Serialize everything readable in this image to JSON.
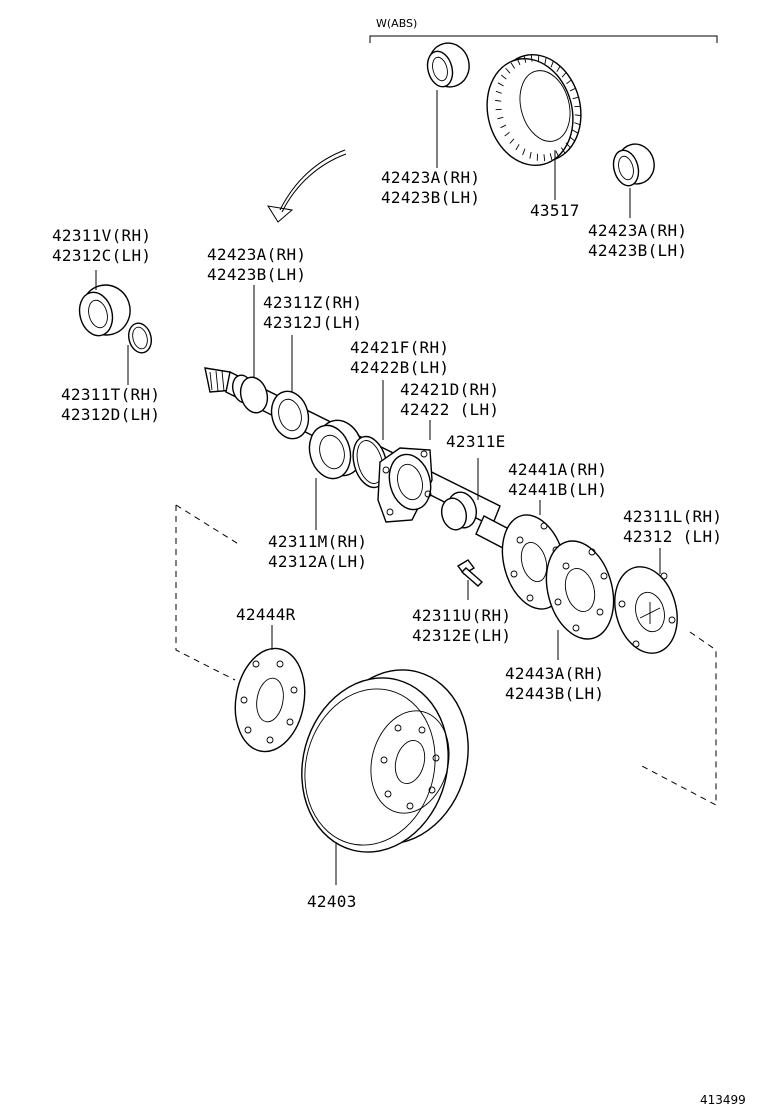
{
  "abs_group": {
    "label": "W(ABS)"
  },
  "labels": {
    "seal_a_top": [
      "42423A(RH)",
      "42423B(LH)"
    ],
    "rotor": "43517",
    "seal_a_right": [
      "42423A(RH)",
      "42423B(LH)"
    ],
    "bearing_v": [
      "42311V(RH)",
      "42312C(LH)"
    ],
    "seal_a_left": [
      "42423A(RH)",
      "42423B(LH)"
    ],
    "retainer_z": [
      "42311Z(RH)",
      "42312J(LH)"
    ],
    "snap_ring_t": [
      "42311T(RH)",
      "42312D(LH)"
    ],
    "retainer_f": [
      "42421F(RH)",
      "42422B(LH)"
    ],
    "housing_d": [
      "42421D(RH)",
      "42422 (LH)"
    ],
    "collar_e": "42311E",
    "plate_a": [
      "42441A(RH)",
      "42441B(LH)"
    ],
    "hub_l": [
      "42311L(RH)",
      "42312 (LH)"
    ],
    "bearing_m": [
      "42311M(RH)",
      "42312A(LH)"
    ],
    "bolt_u": [
      "42311U(RH)",
      "42312E(LH)"
    ],
    "plate_r": "42444R",
    "gasket_a": [
      "42443A(RH)",
      "42443B(LH)"
    ],
    "drum": "42403"
  },
  "diagram_id": "413499"
}
